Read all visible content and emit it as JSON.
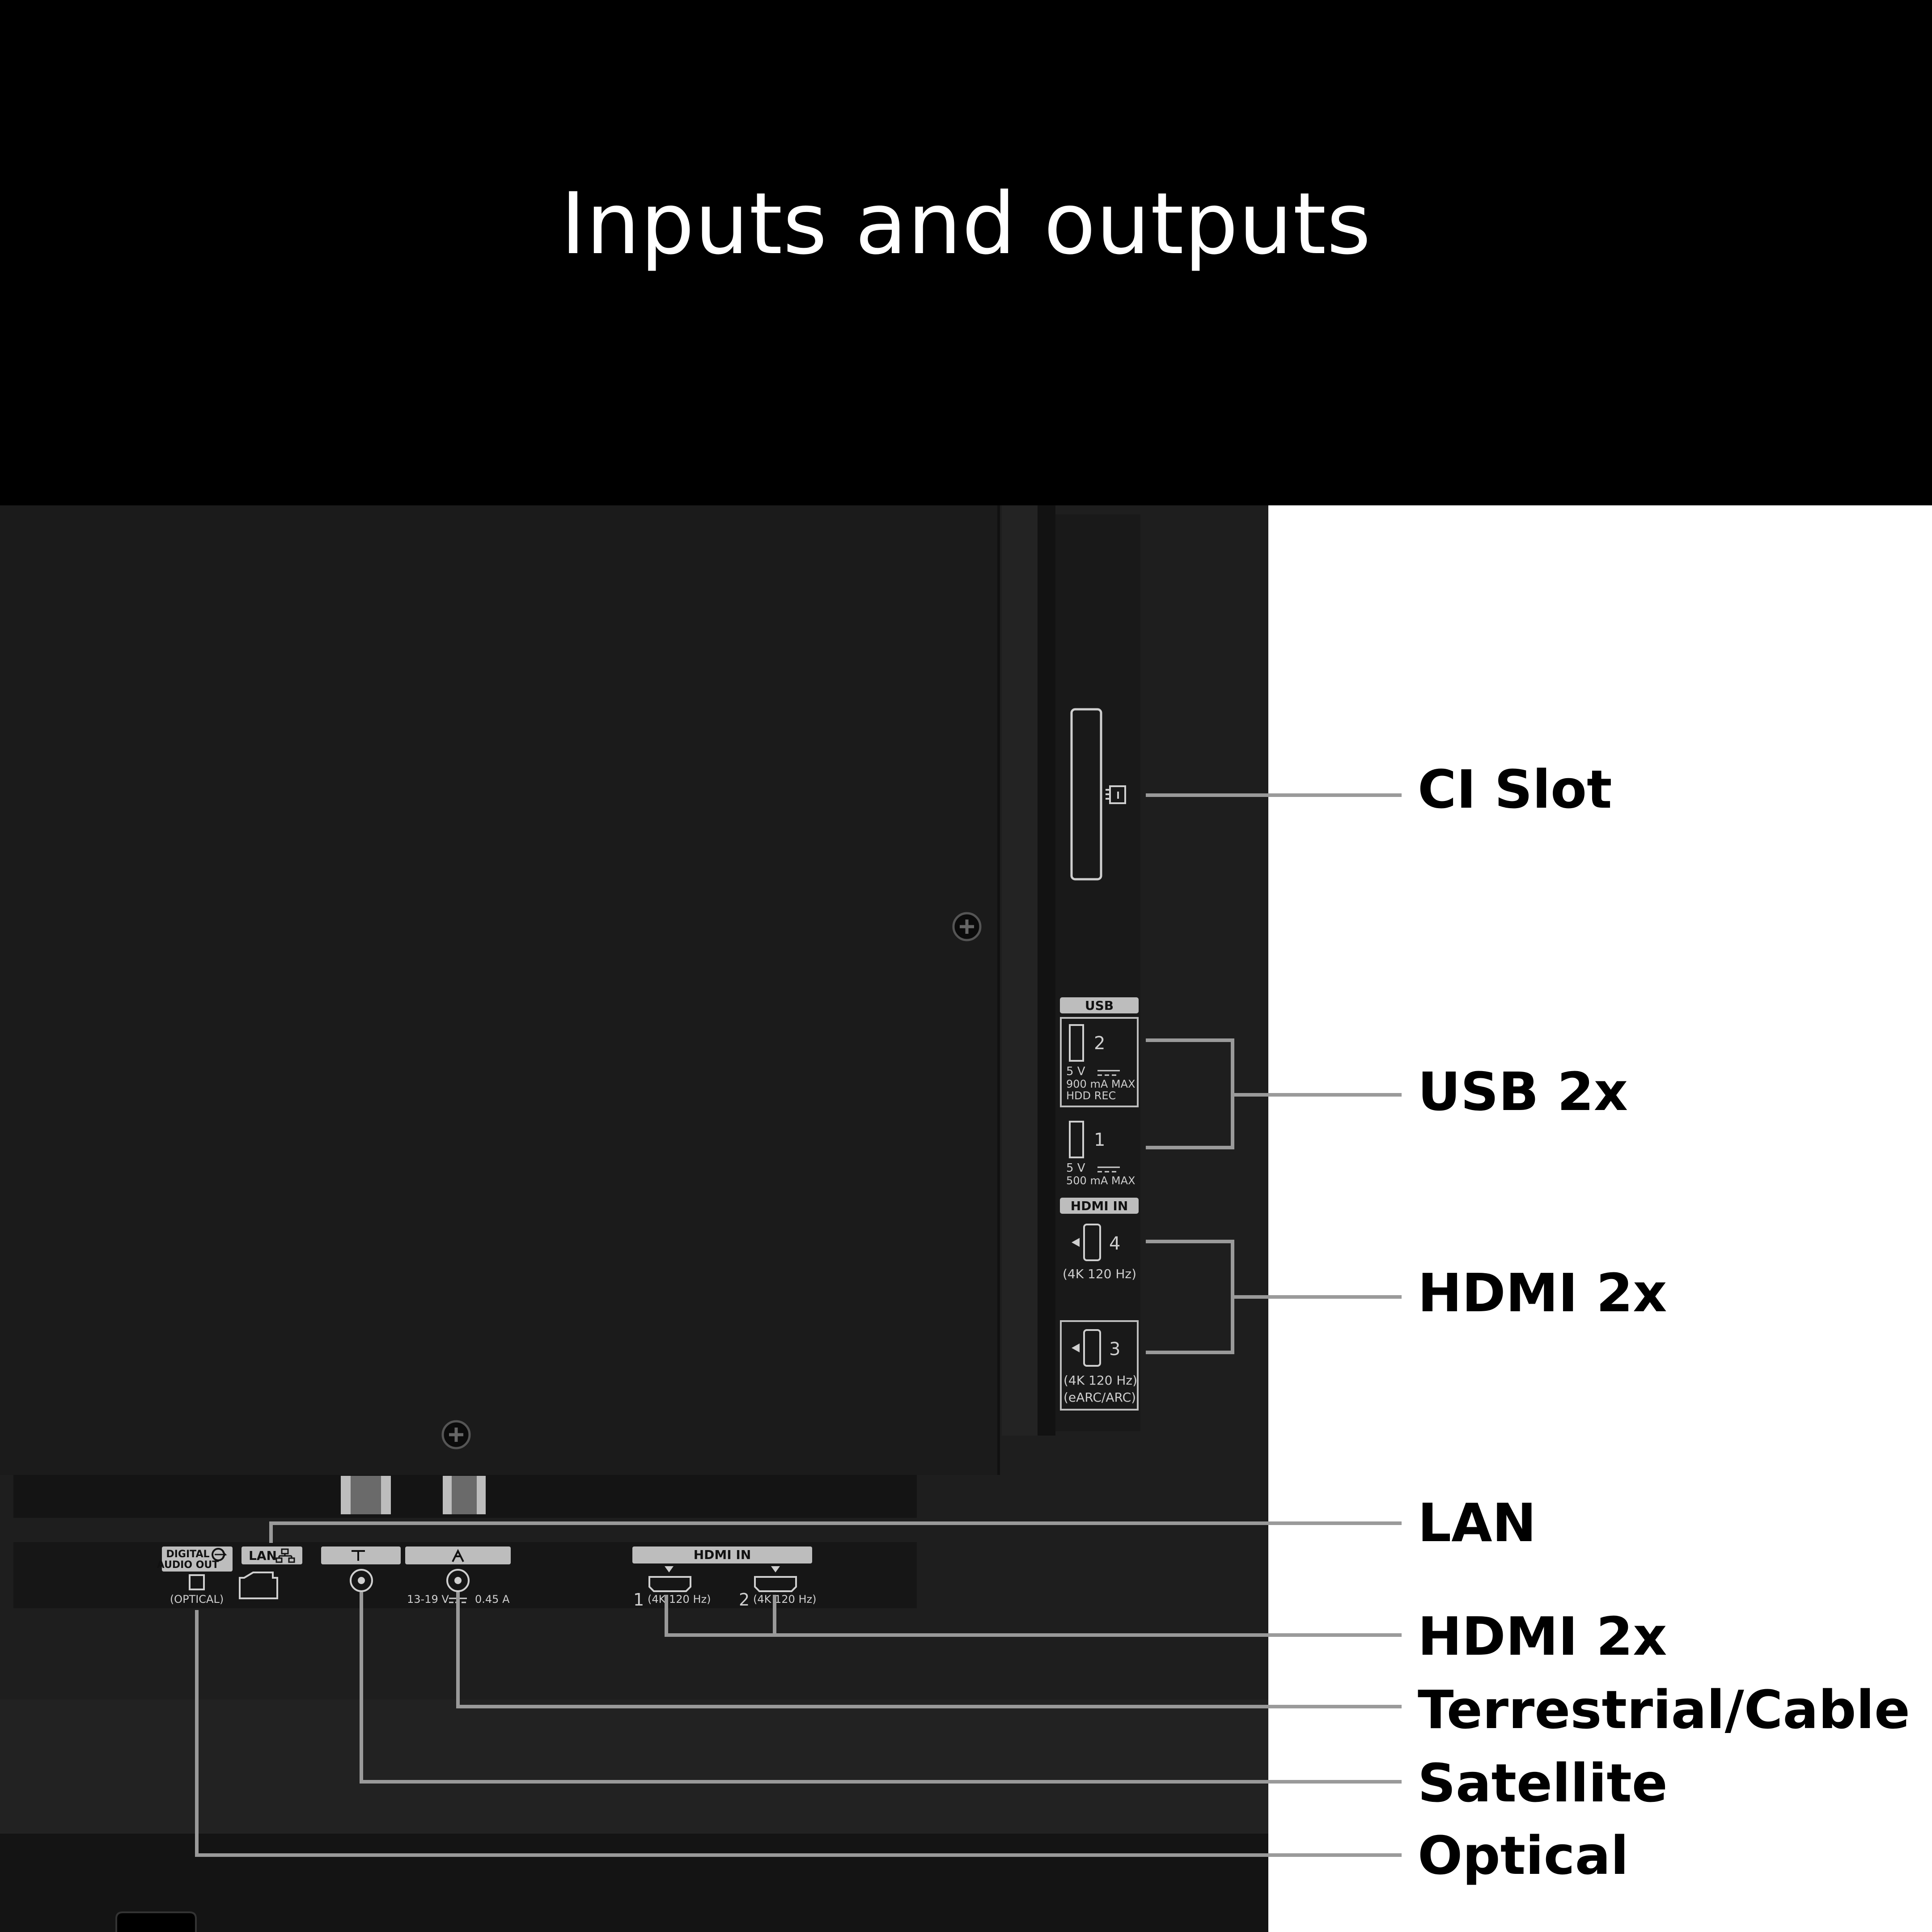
{
  "title": "Inputs and outputs",
  "colors": {
    "header_bg": "#000000",
    "device_bg": "#1e1e1e",
    "panel_bg": "#161616",
    "callout_panel_bg": "#ffffff",
    "leader_line": "#9a9a9a",
    "label_text": "#000000"
  },
  "callouts": [
    {
      "id": "ci-slot",
      "text": "CI Slot"
    },
    {
      "id": "usb",
      "text": "USB 2x"
    },
    {
      "id": "hdmi-side",
      "text": "HDMI 2x"
    },
    {
      "id": "lan",
      "text": "LAN"
    },
    {
      "id": "hdmi-bottom",
      "text": "HDMI 2x"
    },
    {
      "id": "terrestrial",
      "text": "Terrestrial/Cable"
    },
    {
      "id": "satellite",
      "text": "Satellite"
    },
    {
      "id": "optical",
      "text": "Optical"
    }
  ],
  "side_panel": {
    "usb_header": "USB",
    "usb2": {
      "number": "2",
      "spec1": "5  V",
      "spec2": "900 mA MAX",
      "spec3": "HDD REC"
    },
    "usb1": {
      "number": "1",
      "spec1": "5  V",
      "spec2": "500 mA MAX"
    },
    "hdmi_header": "HDMI IN",
    "hdmi4": {
      "number": "4",
      "spec1": "(4K 120 Hz)"
    },
    "hdmi3": {
      "number": "3",
      "spec1": "(4K 120 Hz)",
      "spec2": "(eARC/ARC)"
    }
  },
  "bottom_panel": {
    "digital_audio_out_line1": "DIGITAL",
    "digital_audio_out_line2": "AUDIO OUT",
    "optical_label": "(OPTICAL)",
    "lan_label": "LAN",
    "terrestrial_spec": "13-19  V",
    "terrestrial_current": "0.45  A",
    "hdmi_header": "HDMI IN",
    "hdmi1": {
      "number": "1",
      "spec": "(4K 120 Hz)"
    },
    "hdmi2": {
      "number": "2",
      "spec": "(4K 120 Hz)"
    }
  }
}
